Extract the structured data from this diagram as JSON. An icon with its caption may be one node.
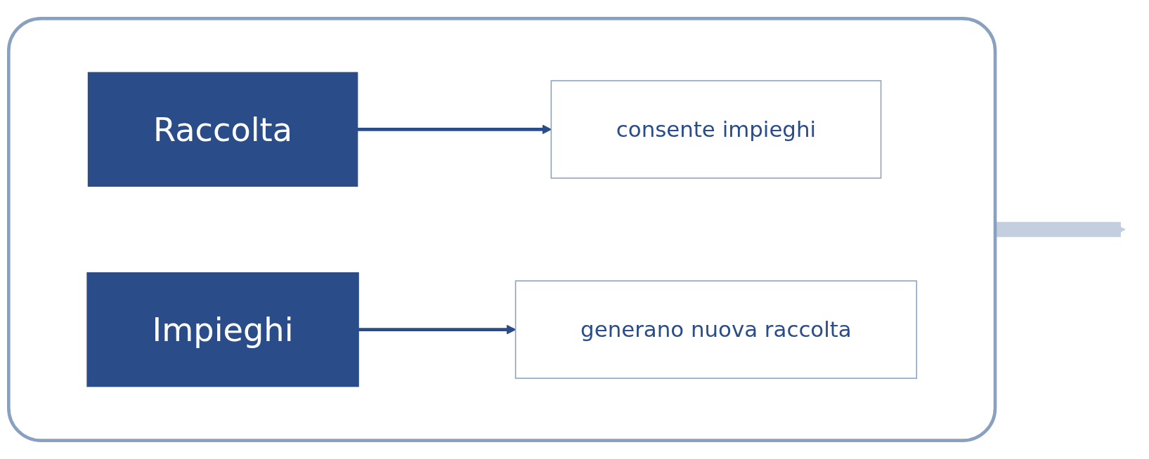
{
  "diagram": {
    "nodes": [
      {
        "text": [],
        "shape": "box"
      },
      {
        "text": [
          "Raccolta"
        ],
        "in": 0
      },
      {
        "text": [
          "consente impieghi"
        ],
        "in": 0
      },
      {
        "text": [
          "Impieghi"
        ],
        "in": 0
      },
      {
        "text": [
          "generano nuova raccolta"
        ],
        "in": 0
      }
    ],
    "edges": [
      {
        "from": 1,
        "to": 2,
        "arrow": "to"
      },
      {
        "from": 3,
        "to": 4,
        "arrow": "to"
      },
      {
        "from": 0,
        "to": null,
        "arrow": "to",
        "style": "thick",
        "color": "#c3cfde"
      }
    ]
  }
}
